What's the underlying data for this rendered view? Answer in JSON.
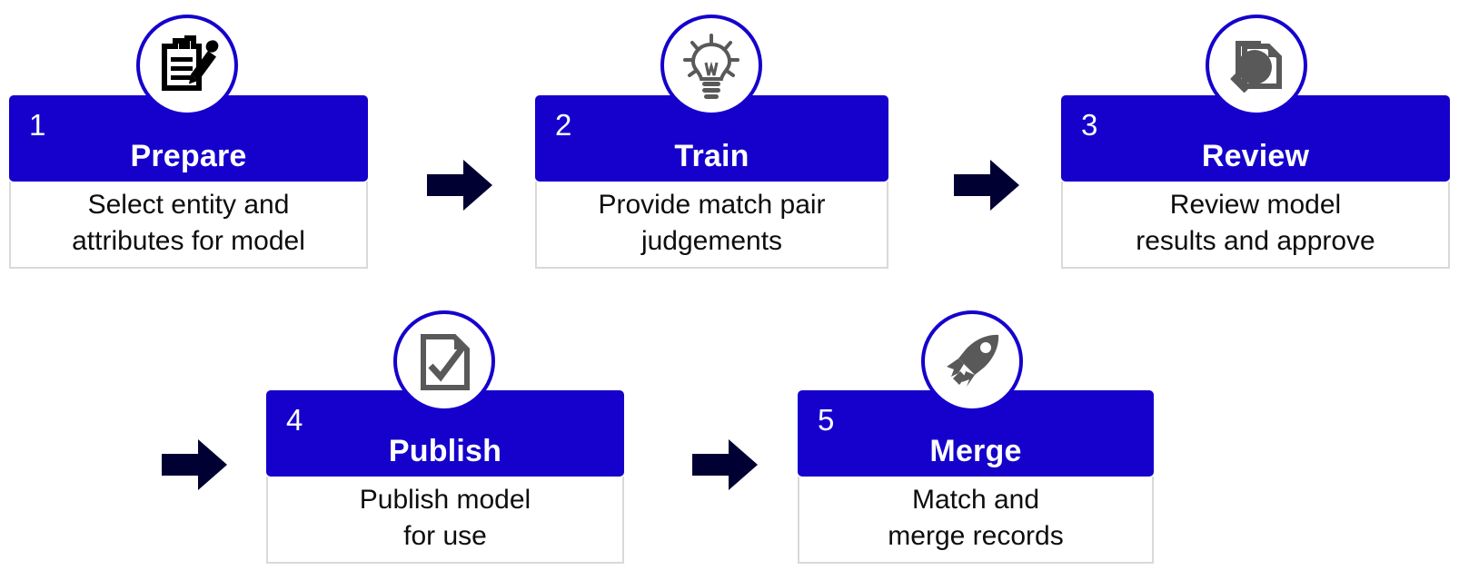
{
  "theme": {
    "accent_blue": "#1500CC",
    "arrow_navy": "#000033",
    "icon_dark_gray": "#595959",
    "icon_black": "#000000",
    "body_border": "#D9D9D9",
    "card_body_bg": "#FFFFFF",
    "page_bg": "#FFFFFF",
    "header_text": "#FFFFFF",
    "body_text": "#0D0D0D"
  },
  "diagram": {
    "type": "process-flow",
    "orientation": "horizontal-wrapped",
    "step_count": 5,
    "arrow_count": 4
  },
  "steps": [
    {
      "number": "1",
      "title": "Prepare",
      "description": "Select entity and\nattributes for model",
      "icon": "clipboard-pencil-icon"
    },
    {
      "number": "2",
      "title": "Train",
      "description": "Provide match pair\njudgements",
      "icon": "lightbulb-icon"
    },
    {
      "number": "3",
      "title": "Review",
      "description": "Review model\nresults and approve",
      "icon": "magnifier-document-icon"
    },
    {
      "number": "4",
      "title": "Publish",
      "description": "Publish model\nfor use",
      "icon": "document-check-icon"
    },
    {
      "number": "5",
      "title": "Merge",
      "description": "Match and\nmerge records",
      "icon": "rocket-icon"
    }
  ],
  "arrows": [
    {
      "label": "arrow-step1-to-step2"
    },
    {
      "label": "arrow-step2-to-step3"
    },
    {
      "label": "arrow-step3-to-step4"
    },
    {
      "label": "arrow-step4-to-step5"
    }
  ]
}
